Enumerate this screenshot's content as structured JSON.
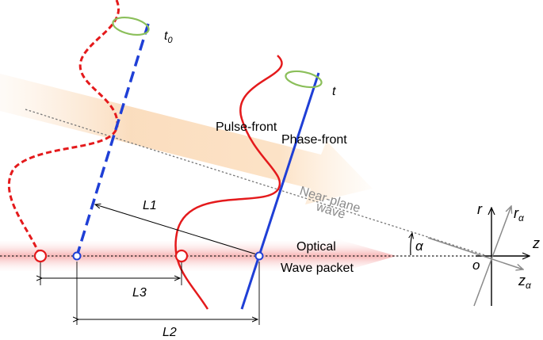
{
  "labels": {
    "t0_base": "t",
    "t0_sub": "0",
    "t": "t",
    "pulse_front": "Pulse-front",
    "phase_front": "Phase-front",
    "near_plane_line1": "Near-plane",
    "near_plane_line2": "wave",
    "optical_line1": "Optical",
    "optical_line2": "Wave packet",
    "alpha": "α",
    "L1": "L1",
    "L2": "L2",
    "L3": "L3"
  },
  "axes": {
    "r": "r",
    "r_alpha_base": "r",
    "r_alpha_sub": "α",
    "z": "z",
    "z_alpha_base": "z",
    "z_alpha_sub": "α",
    "origin": "o"
  },
  "colors": {
    "pulse_front": "#e41a1c",
    "phase_front": "#1f3fd6",
    "ring": "#8bbf5a",
    "beam": "#f8c59a",
    "near_plane_axis": "#b0b0b0",
    "optical_band": "#f7b6b6"
  }
}
